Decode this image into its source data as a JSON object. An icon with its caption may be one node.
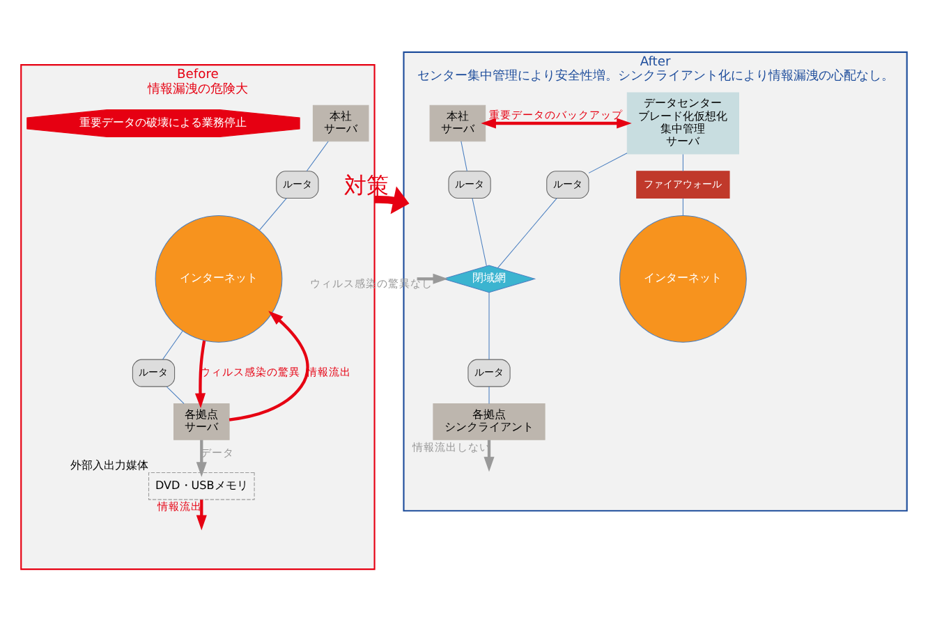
{
  "diagram": {
    "nodes": [
      {
        "text": [
          "Before",
          "情報漏洩の危険大"
        ]
      },
      {
        "text": [
          "本社",
          "サーバ"
        ],
        "in": 0
      },
      {
        "text": [
          "重要データの破壊による業務停止"
        ],
        "in": 0
      },
      {
        "text": [
          "ルータ"
        ],
        "in": 0
      },
      {
        "text": [
          "インターネット"
        ],
        "in": 0
      },
      {
        "text": [
          "ルータ"
        ],
        "in": 0
      },
      {
        "text": [
          "各拠点",
          "サーバ"
        ],
        "in": 0
      },
      {
        "text": [
          "DVD・USBメモリ"
        ],
        "beside": [
          "外部入出力媒体"
        ],
        "in": 0
      },
      {
        "text": [
          "After",
          "センター集中管理により安全性増。シンクライアント化により情報漏洩の心配なし。"
        ]
      },
      {
        "text": [
          "本社",
          "サーバ"
        ],
        "in": 8
      },
      {
        "text": [
          "データセンター",
          "ブレード化仮想化",
          "集中管理",
          "サーバ"
        ],
        "in": 8
      },
      {
        "text": [
          "ルータ"
        ],
        "in": 8
      },
      {
        "text": [
          "ルータ"
        ],
        "in": 8
      },
      {
        "text": [
          "ファイアウォール"
        ],
        "in": 8
      },
      {
        "text": [
          "閉域網"
        ],
        "in": 8
      },
      {
        "text": [
          "インターネット"
        ],
        "in": 8
      },
      {
        "text": [
          "ルータ"
        ],
        "in": 8
      },
      {
        "text": [
          "各拠点",
          "シンクライアント"
        ],
        "in": 8
      }
    ],
    "edges": [
      {
        "from": 1,
        "to": 3,
        "arrow": "none"
      },
      {
        "from": 3,
        "to": 4,
        "arrow": "none"
      },
      {
        "from": 4,
        "to": 5,
        "arrow": "none"
      },
      {
        "from": 5,
        "to": 6,
        "arrow": "none"
      },
      {
        "from": 6,
        "to": 4,
        "arrow": "to",
        "label": "情報流出",
        "color": "#e60012",
        "style": "thick"
      },
      {
        "from": 4,
        "to": 6,
        "arrow": "to",
        "label": "ウィルス感染の驚異",
        "color": "#e60012",
        "style": "thick"
      },
      {
        "from": 6,
        "to": 7,
        "arrow": "to",
        "label": "データ",
        "color": "#999999",
        "style": "thick"
      },
      {
        "from": 7,
        "to": null,
        "arrow": "to",
        "label": "情報流出",
        "color": "#e60012",
        "style": "thick"
      },
      {
        "from": 0,
        "to": 8,
        "arrow": "to",
        "label": "対策",
        "color": "#e60012",
        "style": "thick"
      },
      {
        "from": 9,
        "to": 10,
        "arrow": "both",
        "label": "重要データのバックアップ",
        "color": "#e60012",
        "style": "thick"
      },
      {
        "from": 9,
        "to": 11,
        "arrow": "none"
      },
      {
        "from": 11,
        "to": 14,
        "arrow": "none"
      },
      {
        "from": 10,
        "to": 12,
        "arrow": "none"
      },
      {
        "from": 12,
        "to": 14,
        "arrow": "none"
      },
      {
        "from": 10,
        "to": 13,
        "arrow": "none"
      },
      {
        "from": 13,
        "to": 15,
        "arrow": "none"
      },
      {
        "from": 14,
        "to": 16,
        "arrow": "none"
      },
      {
        "from": 16,
        "to": 17,
        "arrow": "none"
      },
      {
        "from": null,
        "to": 14,
        "arrow": "to",
        "label": "ウィルス感染の驚異なし",
        "color": "#999999",
        "style": "thick"
      },
      {
        "from": 17,
        "to": null,
        "arrow": "to",
        "label": "情報流出しない",
        "color": "#999999",
        "style": "thick"
      }
    ]
  }
}
